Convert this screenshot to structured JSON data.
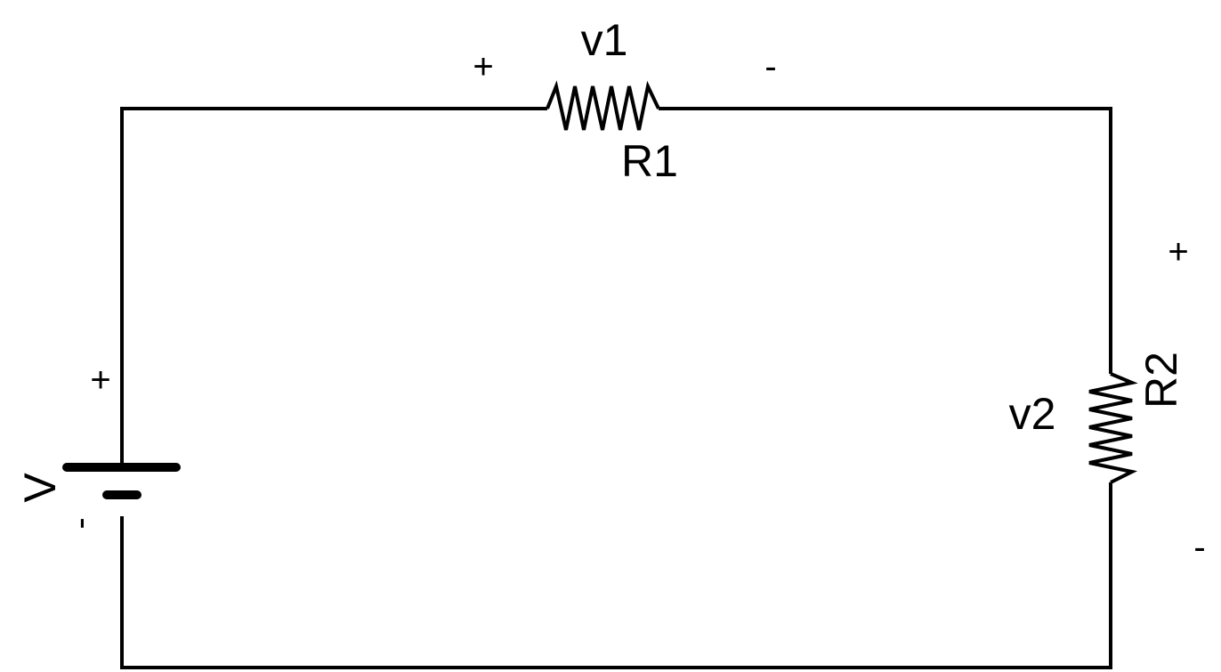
{
  "labels": {
    "battery": "V",
    "battery_plus": "+",
    "battery_minus": "-",
    "r1": "R1",
    "r1_voltage": "v1",
    "r1_plus": "+",
    "r1_minus": "-",
    "r2": "R2",
    "r2_voltage": "v2",
    "r2_plus": "+",
    "r2_minus": "-"
  }
}
